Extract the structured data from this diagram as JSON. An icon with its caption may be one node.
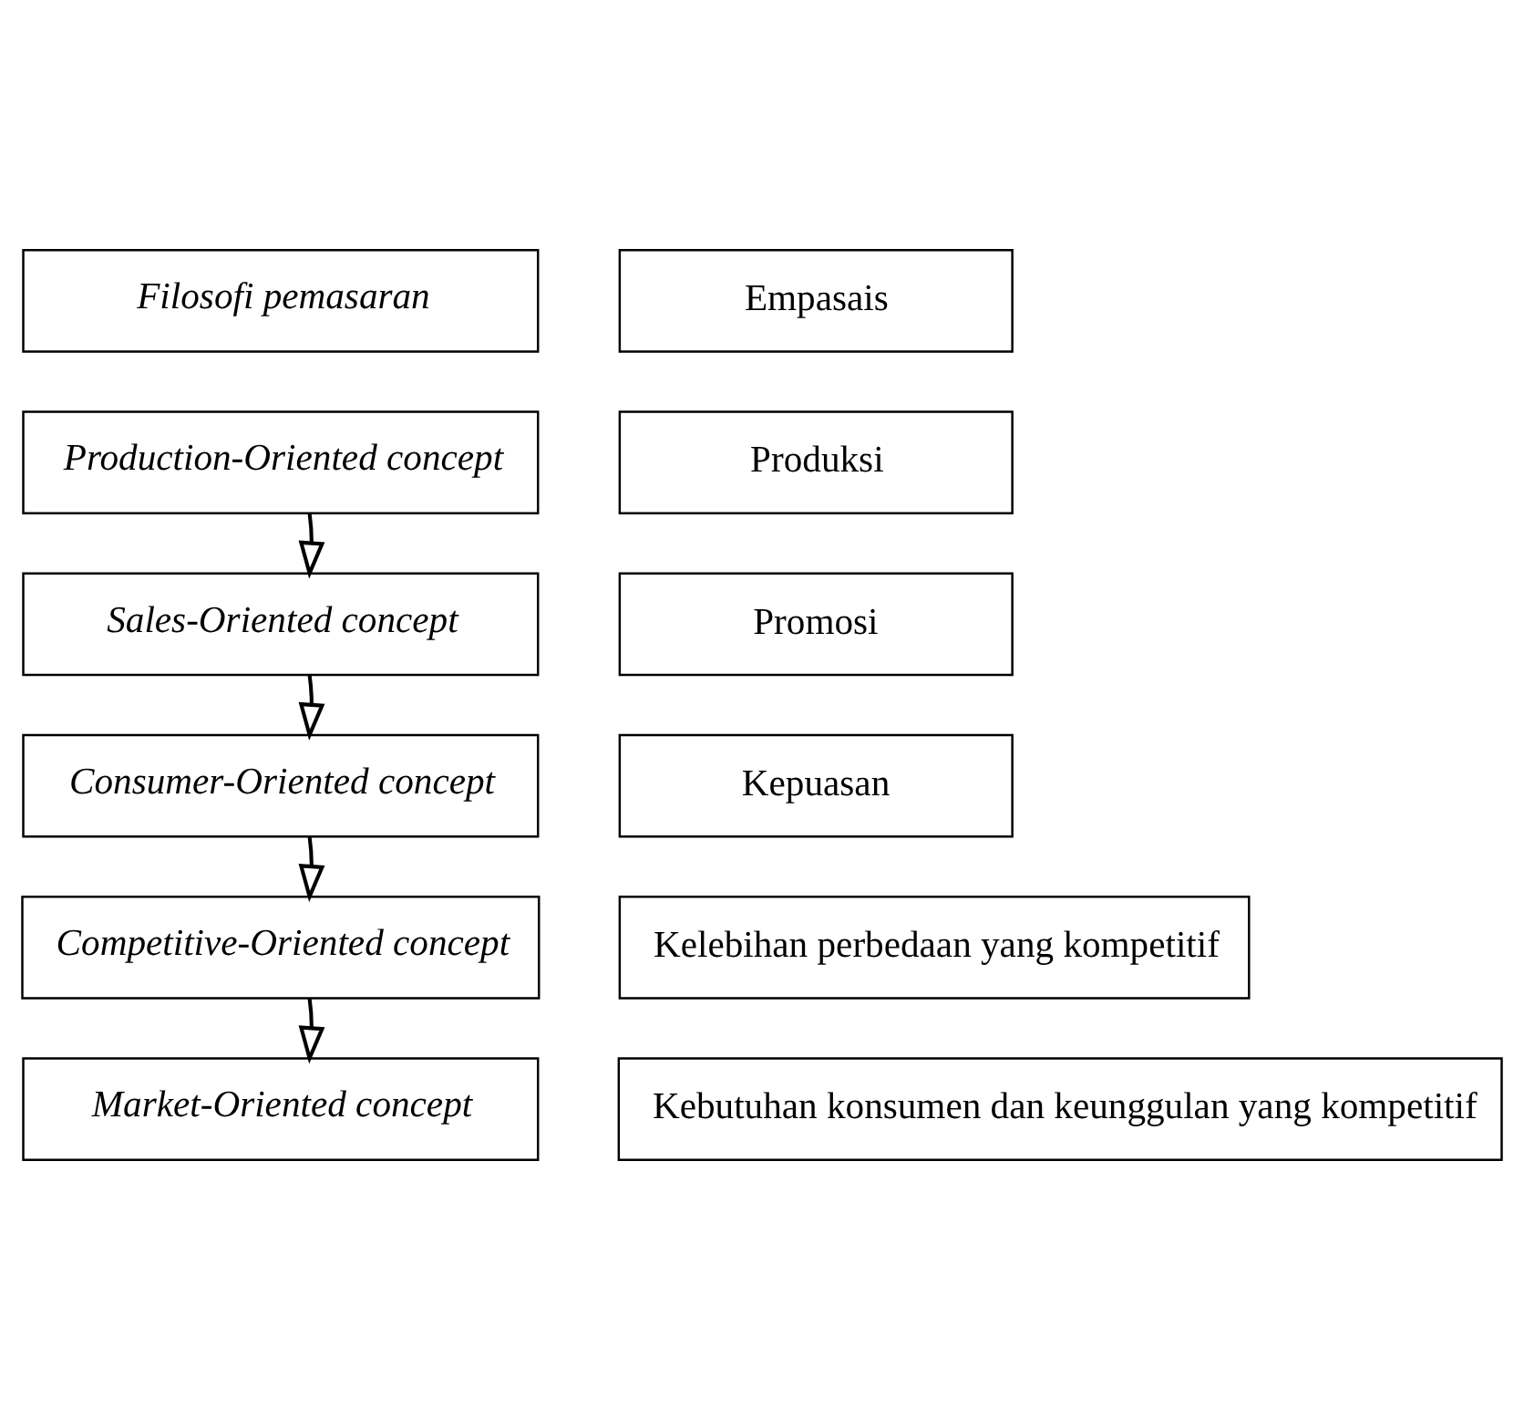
{
  "diagram": {
    "nodes": [
      {
        "text": [
          "Filosofi pemasaran"
        ]
      },
      {
        "text": [
          "Empasais"
        ]
      },
      {
        "text": [
          "Production-Oriented concept"
        ]
      },
      {
        "text": [
          "Produksi"
        ]
      },
      {
        "text": [
          "Sales-Oriented concept"
        ]
      },
      {
        "text": [
          "Promosi"
        ]
      },
      {
        "text": [
          "Consumer-Oriented concept"
        ]
      },
      {
        "text": [
          "Kepuasan"
        ]
      },
      {
        "text": [
          "Competitive-Oriented concept"
        ]
      },
      {
        "text": [
          "Kelebihan perbedaan yang kompetitif"
        ]
      },
      {
        "text": [
          "Market-Oriented concept"
        ]
      },
      {
        "text": [
          "Kebutuhan konsumen dan keunggulan yang kompetitif"
        ]
      }
    ],
    "edges": [
      {
        "from": 2,
        "to": 4,
        "arrow": "to"
      },
      {
        "from": 4,
        "to": 6,
        "arrow": "to"
      },
      {
        "from": 6,
        "to": 8,
        "arrow": "to"
      },
      {
        "from": 8,
        "to": 10,
        "arrow": "to"
      }
    ]
  }
}
